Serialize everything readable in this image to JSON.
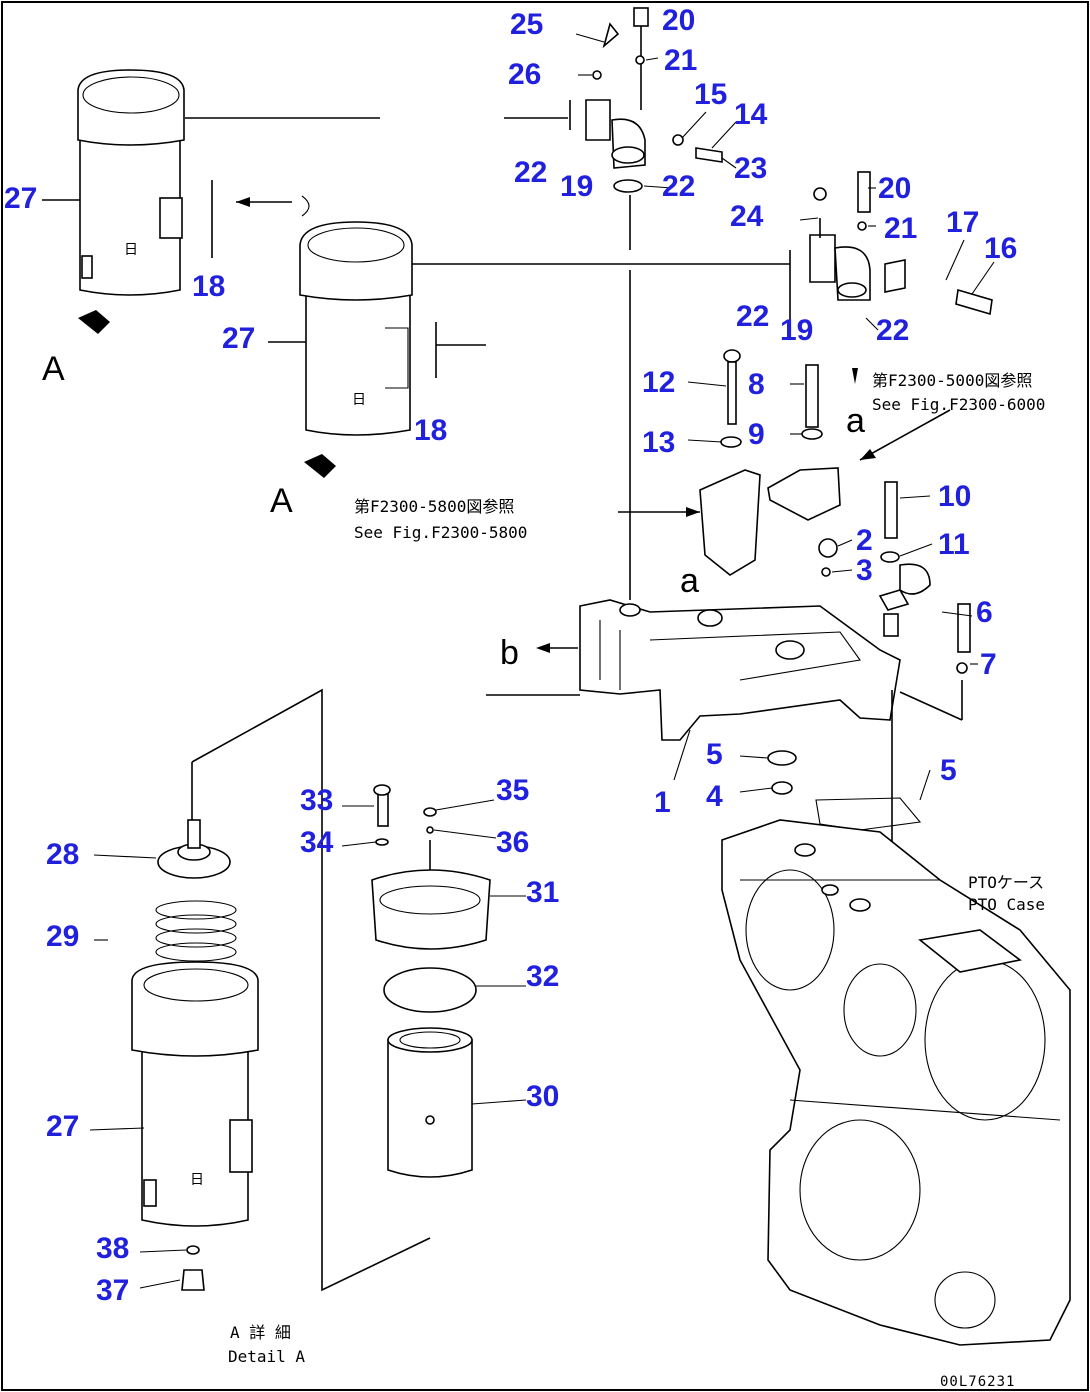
{
  "callouts": [
    "1",
    "2",
    "3",
    "4",
    "5",
    "5",
    "6",
    "7",
    "8",
    "9",
    "10",
    "11",
    "12",
    "13",
    "14",
    "15",
    "16",
    "17",
    "18",
    "18",
    "19",
    "19",
    "20",
    "20",
    "21",
    "21",
    "22",
    "22",
    "22",
    "22",
    "23",
    "24",
    "25",
    "26",
    "27",
    "27",
    "27",
    "28",
    "29",
    "30",
    "31",
    "32",
    "33",
    "34",
    "35",
    "36",
    "37",
    "38"
  ],
  "notes": {
    "ref_top_jp": "第F2300-5000図参照",
    "ref_top_en": "See Fig.F2300-6000",
    "ref_mid_jp": "第F2300-5800図参照",
    "ref_mid_en": "See Fig.F2300-5800",
    "pto_jp": "PTOケース",
    "pto_en": "PTO Case",
    "detail_jp": "A 詳 細",
    "detail_en": "Detail A",
    "marker_a": "a",
    "marker_b": "b",
    "view_A": "A"
  },
  "drawing_code": "00L76231",
  "colors": {
    "callout": "#2020dd",
    "line": "#000000",
    "background": "#ffffff"
  }
}
